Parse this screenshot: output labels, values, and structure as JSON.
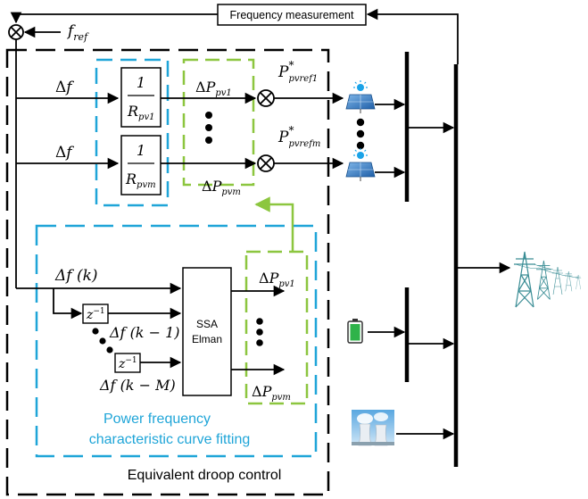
{
  "labels": {
    "frequency_measurement": "Frequency measurement",
    "f_ref": "f",
    "f_ref_sub": "ref",
    "delta": "Δ",
    "f": "f",
    "one": "1",
    "R": "R",
    "pv1_sub": "pv1",
    "pvm_sub": "pvm",
    "P": "P",
    "star": "*",
    "pvref1_sub": "pvref1",
    "pvrefm_sub": "pvrefm",
    "fk": "Δf (k)",
    "fk1": "Δf (k − 1)",
    "fkM": "Δf (k − M)",
    "z": "z",
    "z_exp": "−1",
    "ssa": "SSA",
    "elman": "Elman",
    "curve_fitting_line1": "Power frequency",
    "curve_fitting_line2": "characteristic curve fitting",
    "droop_control": "Equivalent droop control"
  },
  "colors": {
    "black": "#000000",
    "blue": "#1fa5d8",
    "green": "#8cc63f",
    "battery_green": "#2fb34a"
  },
  "icons": [
    "solar-panel-icon",
    "battery-icon",
    "power-plant-icon",
    "transmission-tower-icon"
  ]
}
